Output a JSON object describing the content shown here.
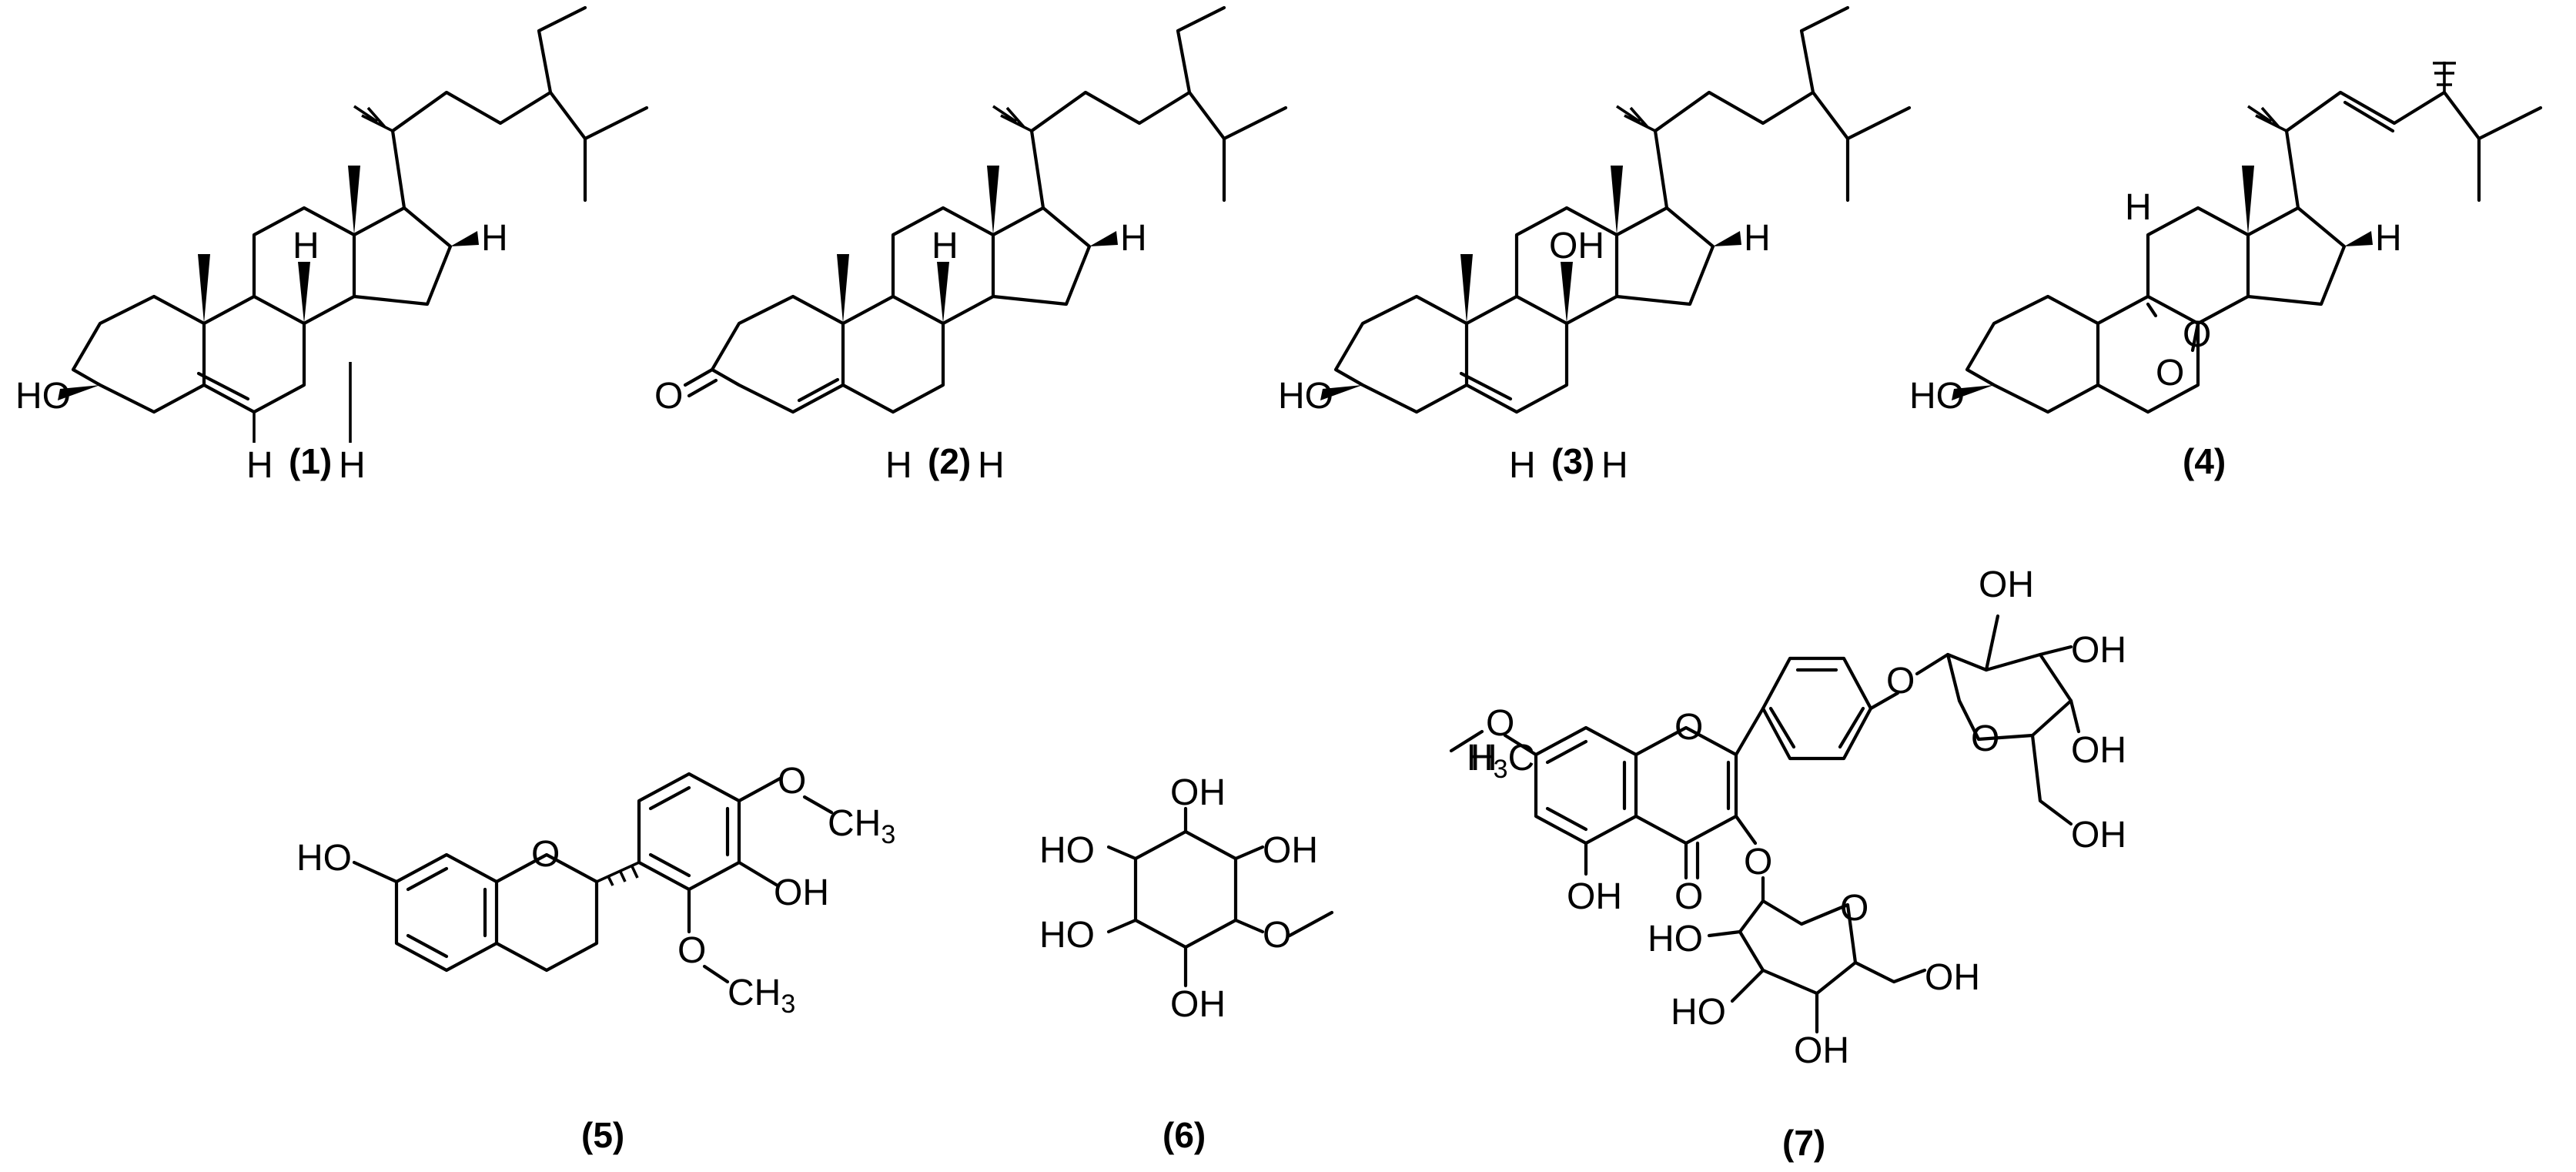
{
  "labels": {
    "c1": "(1)",
    "c2": "(2)",
    "c3": "(3)",
    "c4": "(4)",
    "c5": "(5)",
    "c6": "(6)",
    "c7": "(7)"
  },
  "atoms": {
    "H": "H",
    "HO": "HO",
    "OH": "OH",
    "O": "O",
    "H3C_H": "H",
    "H3C_3": "3",
    "H3C_C": "C",
    "CH3_C": "CH",
    "CH3_3": "3"
  }
}
